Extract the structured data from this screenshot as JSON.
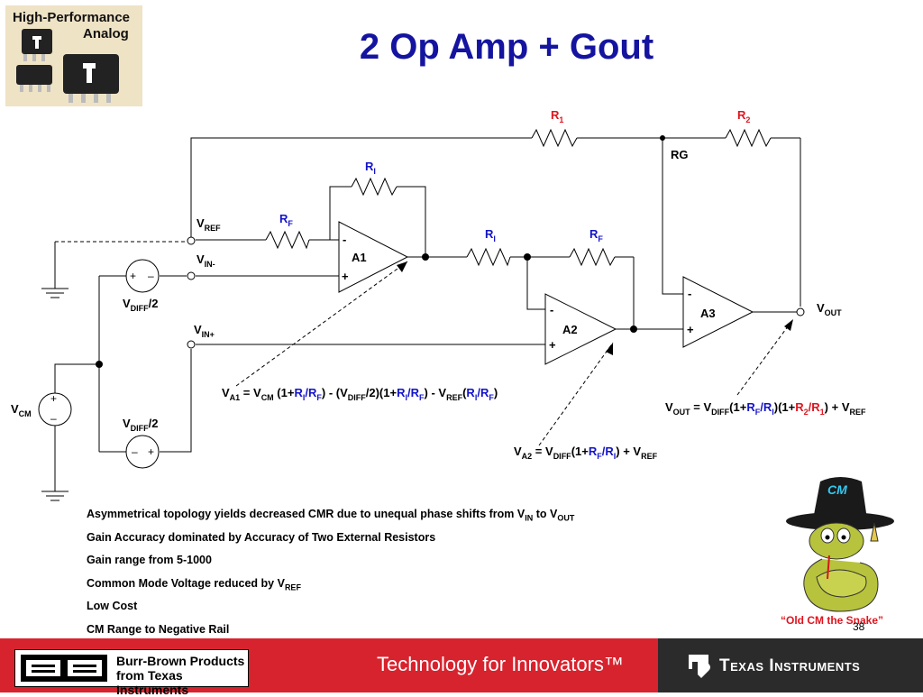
{
  "title": "2 Op Amp + Gout",
  "logo": {
    "line1": "High-Performance",
    "line2": "Analog"
  },
  "labels": {
    "r1_top": {
      "main": "R",
      "sub": "1",
      "color": "#e0141e"
    },
    "r2_top": {
      "main": "R",
      "sub": "2",
      "color": "#e0141e"
    },
    "rg": "RG",
    "ri_a1": {
      "main": "R",
      "sub": "I",
      "color": "#1414c8"
    },
    "rf_a1": {
      "main": "R",
      "sub": "F",
      "color": "#1414c8"
    },
    "ri_a2": {
      "main": "R",
      "sub": "I",
      "color": "#1414c8"
    },
    "rf_a2": {
      "main": "R",
      "sub": "F",
      "color": "#1414c8"
    },
    "vref": {
      "main": "V",
      "sub": "REF"
    },
    "vin_minus": {
      "main": "V",
      "sub": "IN-"
    },
    "vin_plus": {
      "main": "V",
      "sub": "IN+"
    },
    "vdiff_top": {
      "main": "V",
      "sub": "DIFF",
      "suffix": "/2"
    },
    "vdiff_bot": {
      "main": "V",
      "sub": "DIFF",
      "suffix": "/2"
    },
    "vcm": {
      "main": "V",
      "sub": "CM"
    },
    "vout": {
      "main": "V",
      "sub": "OUT"
    },
    "a1": "A1",
    "a2": "A2",
    "a3": "A3",
    "minus": "-",
    "plus": "+",
    "src_plus": "+",
    "src_minus": "–"
  },
  "equations": {
    "va1": [
      {
        "t": "V"
      },
      {
        "t": "A1",
        "sub": true
      },
      {
        "t": " = V"
      },
      {
        "t": "CM",
        "sub": true
      },
      {
        "t": " (1+"
      },
      {
        "t": "R",
        "c": "#1414c8"
      },
      {
        "t": "I",
        "sub": true,
        "c": "#1414c8"
      },
      {
        "t": "/",
        "c": "#1414c8"
      },
      {
        "t": "R",
        "c": "#1414c8"
      },
      {
        "t": "F",
        "sub": true,
        "c": "#1414c8"
      },
      {
        "t": ") - (V"
      },
      {
        "t": "DIFF",
        "sub": true
      },
      {
        "t": "/2)(1+"
      },
      {
        "t": "R",
        "c": "#1414c8"
      },
      {
        "t": "I",
        "sub": true,
        "c": "#1414c8"
      },
      {
        "t": "/",
        "c": "#1414c8"
      },
      {
        "t": "R",
        "c": "#1414c8"
      },
      {
        "t": "F",
        "sub": true,
        "c": "#1414c8"
      },
      {
        "t": ") - V"
      },
      {
        "t": "REF",
        "sub": true
      },
      {
        "t": "("
      },
      {
        "t": "R",
        "c": "#1414c8"
      },
      {
        "t": "I",
        "sub": true,
        "c": "#1414c8"
      },
      {
        "t": "/",
        "c": "#1414c8"
      },
      {
        "t": "R",
        "c": "#1414c8"
      },
      {
        "t": "F",
        "sub": true,
        "c": "#1414c8"
      },
      {
        "t": ")"
      }
    ],
    "vout": [
      {
        "t": "V"
      },
      {
        "t": "OUT",
        "sub": true
      },
      {
        "t": " = V"
      },
      {
        "t": "DIFF",
        "sub": true
      },
      {
        "t": "(1+"
      },
      {
        "t": "R",
        "c": "#1414c8"
      },
      {
        "t": "F",
        "sub": true,
        "c": "#1414c8"
      },
      {
        "t": "/",
        "c": "#1414c8"
      },
      {
        "t": "R",
        "c": "#1414c8"
      },
      {
        "t": "I",
        "sub": true,
        "c": "#1414c8"
      },
      {
        "t": ")(1+"
      },
      {
        "t": "R",
        "c": "#e0141e"
      },
      {
        "t": "2",
        "sub": true,
        "c": "#e0141e"
      },
      {
        "t": "/",
        "c": "#e0141e"
      },
      {
        "t": "R",
        "c": "#e0141e"
      },
      {
        "t": "1",
        "sub": true,
        "c": "#e0141e"
      },
      {
        "t": ") + V"
      },
      {
        "t": "REF",
        "sub": true
      }
    ],
    "va2": [
      {
        "t": "V"
      },
      {
        "t": "A2",
        "sub": true
      },
      {
        "t": " = V"
      },
      {
        "t": "DIFF",
        "sub": true
      },
      {
        "t": "(1+"
      },
      {
        "t": "R",
        "c": "#1414c8"
      },
      {
        "t": "F",
        "sub": true,
        "c": "#1414c8"
      },
      {
        "t": "/",
        "c": "#1414c8"
      },
      {
        "t": "R",
        "c": "#1414c8"
      },
      {
        "t": "I",
        "sub": true,
        "c": "#1414c8"
      },
      {
        "t": ") + V"
      },
      {
        "t": "REF",
        "sub": true
      }
    ]
  },
  "bullets": [
    {
      "parts": [
        {
          "t": "Asymmetrical topology yields decreased CMR due to unequal phase shifts from V"
        },
        {
          "t": "IN",
          "sub": true
        },
        {
          "t": " to V"
        },
        {
          "t": "OUT",
          "sub": true
        }
      ]
    },
    {
      "parts": [
        {
          "t": "Gain Accuracy dominated by Accuracy of Two External Resistors"
        }
      ]
    },
    {
      "parts": [
        {
          "t": "Gain range from 5-1000"
        }
      ]
    },
    {
      "parts": [
        {
          "t": "Common Mode Voltage reduced by V"
        },
        {
          "t": "REF",
          "sub": true
        }
      ]
    },
    {
      "parts": [
        {
          "t": "Low Cost"
        }
      ]
    },
    {
      "parts": [
        {
          "t": "CM Range to Negative Rail"
        }
      ]
    }
  ],
  "mascot": {
    "hat_text": "CM",
    "caption": "“Old CM  the Snake”"
  },
  "page_number": "38",
  "footer": {
    "bb_line1": "Burr-Brown Products",
    "bb_line2": "from Texas Instruments",
    "tagline": "Technology for Innovators™",
    "ti_name": "Texas Instruments"
  },
  "colors": {
    "title": "#1414a0",
    "footer_red": "#d7232e",
    "footer_dark": "#2b2b2b",
    "blue_label": "#1414c8",
    "red_label": "#e0141e"
  }
}
